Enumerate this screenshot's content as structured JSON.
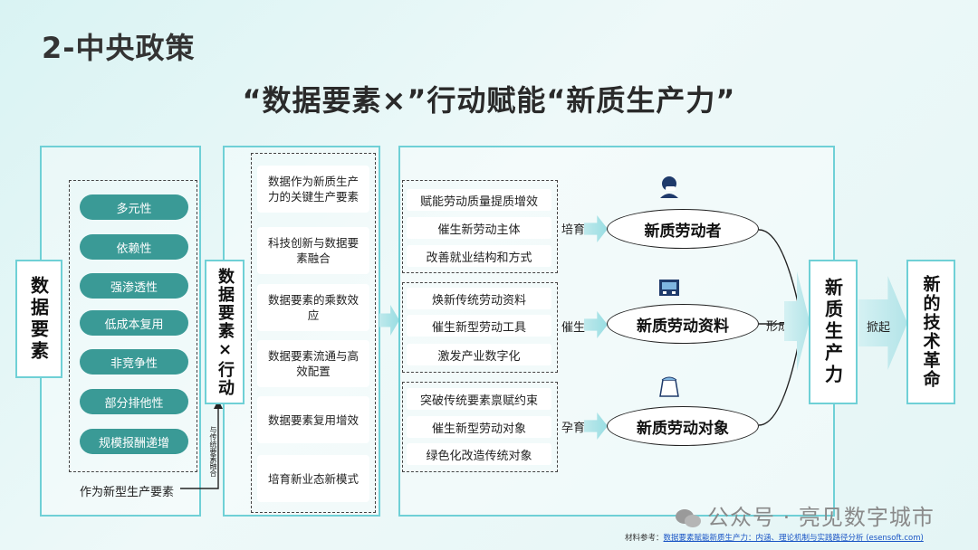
{
  "page_title": "2-中央政策",
  "main_title": "“数据要素×”行动赋能“新质生产力”",
  "left": {
    "vertical_label": "数据要素",
    "pills": [
      "多元性",
      "依赖性",
      "强渗透性",
      "低成本复用",
      "非竞争性",
      "部分排他性",
      "规模报酬递增"
    ],
    "bottom_label": "作为新型生产要素"
  },
  "connector_label": "与传统要素融合",
  "middle": {
    "vertical_label": "数据要素×行动",
    "cards": [
      "数据作为新质生产力的关键生产要素",
      "科技创新与数据要素融合",
      "数据要素的乘数效应",
      "数据要素流通与高效配置",
      "数据要素复用增效",
      "培育新业态新模式"
    ]
  },
  "groups": [
    {
      "items": [
        "赋能劳动质量提质增效",
        "催生新劳动主体",
        "改善就业结构和方式"
      ],
      "verb": "培育",
      "result": "新质劳动者",
      "icon": "worker-icon"
    },
    {
      "items": [
        "焕新传统劳动资料",
        "催生新型劳动工具",
        "激发产业数字化"
      ],
      "verb": "催生",
      "result": "新质劳动资料",
      "icon": "machine-icon"
    },
    {
      "items": [
        "突破传统要素禀赋约束",
        "催生新型劳动对象",
        "绿色化改造传统对象"
      ],
      "verb": "孕育",
      "result": "新质劳动对象",
      "icon": "material-bag-icon"
    }
  ],
  "form_label": "形成",
  "productivity_label": "新质生产力",
  "raise_label": "掀起",
  "revolution_label": "新的技术革命",
  "watermark": "公众号 · 亮见数字城市",
  "reference": {
    "prefix": "材料参考：",
    "link_text": "数据要素赋能新质生产力：内涵、理论机制与实践路径分析 (esensoft.com)"
  }
}
